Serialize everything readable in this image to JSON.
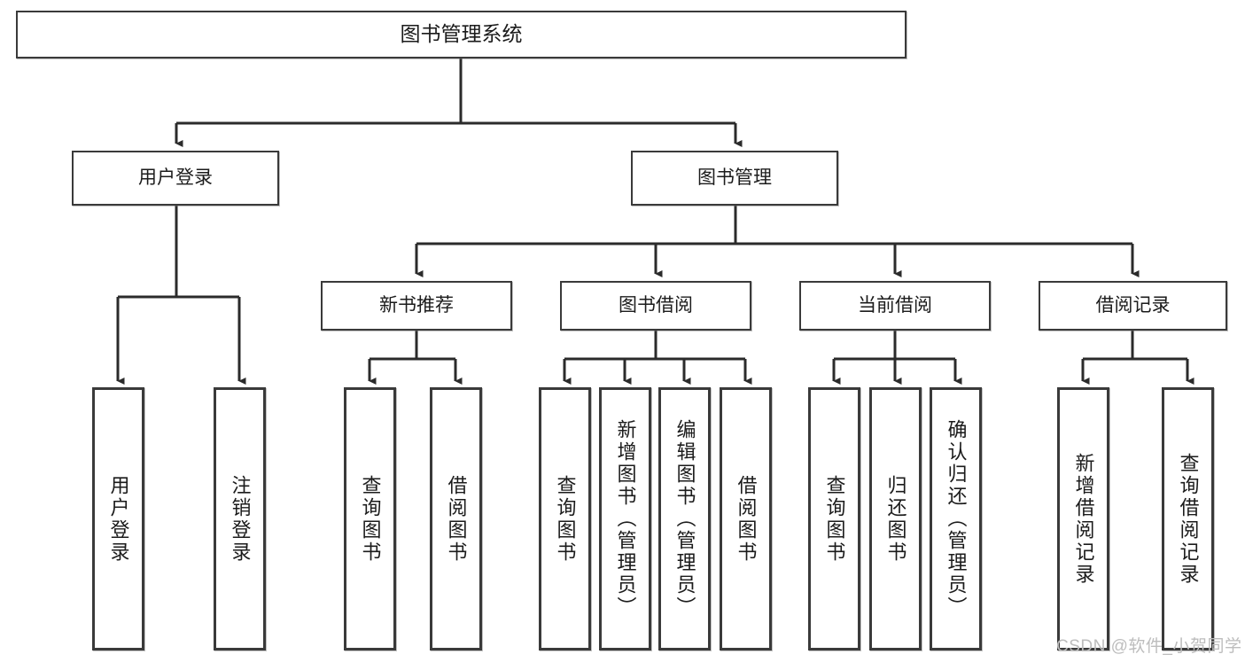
{
  "diagram": {
    "title": "图书管理系统",
    "watermark": "CSDN @软件_小贺同学",
    "colors": {
      "node_border": "#3a3a3a",
      "node_fill": "#ffffff",
      "text": "#1b1b1b",
      "connector": "#2b2b2b",
      "watermark": "#bdbdbd",
      "background": "#ffffff"
    },
    "root": {
      "label": "图书管理系统"
    },
    "level2": [
      {
        "label": "用户登录"
      },
      {
        "label": "图书管理"
      }
    ],
    "level3": [
      {
        "label": "新书推荐"
      },
      {
        "label": "图书借阅"
      },
      {
        "label": "当前借阅"
      },
      {
        "label": "借阅记录"
      }
    ],
    "leaves": {
      "user_login": [
        {
          "label": "用户登录"
        },
        {
          "label": "注销登录"
        }
      ],
      "new_book_recommend": [
        {
          "label": "查询图书"
        },
        {
          "label": "借阅图书"
        }
      ],
      "book_borrow": [
        {
          "label": "查询图书"
        },
        {
          "label": "新增图书（管理员）"
        },
        {
          "label": "编辑图书（管理员）"
        },
        {
          "label": "借阅图书"
        }
      ],
      "current_borrow": [
        {
          "label": "查询图书"
        },
        {
          "label": "归还图书"
        },
        {
          "label": "确认归还（管理员）"
        }
      ],
      "borrow_record": [
        {
          "label": "新增借阅记录"
        },
        {
          "label": "查询借阅记录"
        }
      ]
    }
  }
}
